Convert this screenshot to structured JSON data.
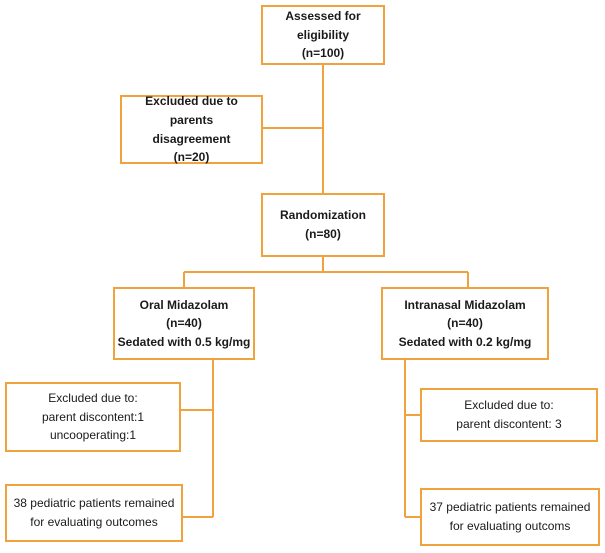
{
  "assessed": {
    "line1": "Assessed for eligibility",
    "line2": "(n=100)"
  },
  "excluded_parents": {
    "line1": "Excluded due to parents",
    "line2": "disagreement",
    "line3": "(n=20)"
  },
  "randomization": {
    "line1": "Randomization",
    "line2": "(n=80)"
  },
  "oral": {
    "line1": "Oral Midazolam",
    "line2": "(n=40)",
    "line3": "Sedated with 0.5 kg/mg"
  },
  "intranasal": {
    "line1": "Intranasal Midazolam",
    "line2": "(n=40)",
    "line3": "Sedated with 0.2 kg/mg"
  },
  "excluded_oral": {
    "line1": "Excluded due to:",
    "line2": "parent discontent:1",
    "line3": "uncooperating:1"
  },
  "excluded_intranasal": {
    "line1": "Excluded due to:",
    "line2": "parent discontent: 3"
  },
  "remained_oral": {
    "line1": "38 pediatric patients remained",
    "line2": "for evaluating outcomes"
  },
  "remained_intranasal": {
    "line1": "37 pediatric patients remained",
    "line2": "for evaluating outcoms"
  },
  "colors": {
    "border": "#f0a23c",
    "line": "#f0a23c"
  }
}
